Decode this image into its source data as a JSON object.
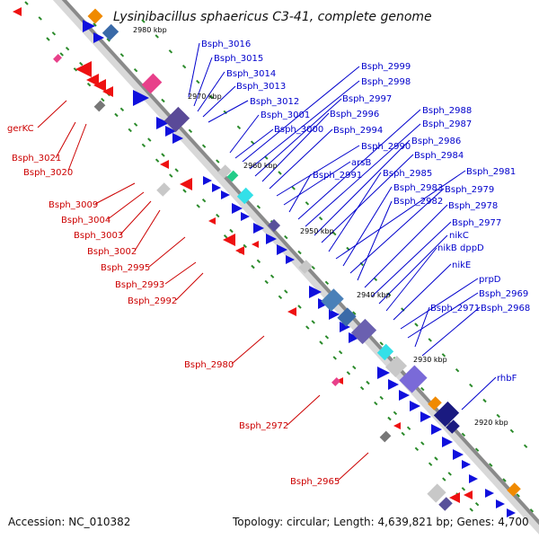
{
  "header": {
    "title": "Lysinibacillus sphaericus C3-41, complete genome"
  },
  "footer": {
    "accession": "Accession: NC_010382",
    "summary": "Topology: circular; Length: 4,639,821 bp; Genes: 4,700"
  },
  "scale_labels": [
    "2980 kbp",
    "2970 kbp",
    "2960 kbp",
    "2950 kbp",
    "2940 kbp",
    "2930 kbp",
    "2920 kbp"
  ],
  "right_labels": [
    "Bsph_3016",
    "Bsph_3015",
    "Bsph_3014",
    "Bsph_3013",
    "Bsph_3012",
    "Bsph_3001",
    "Bsph_3000",
    "Bsph_2999",
    "Bsph_2998",
    "Bsph_2997",
    "Bsph_2996",
    "Bsph_2994",
    "Bsph_2990",
    "arsB",
    "Bsph_2991",
    "Bsph_2988",
    "Bsph_2987",
    "Bsph_2986",
    "Bsph_2984",
    "Bsph_2985",
    "Bsph_2981",
    "Bsph_2983",
    "Bsph_2979",
    "Bsph_2982",
    "Bsph_2978",
    "Bsph_2977",
    "nikC",
    "nikB",
    "dppD",
    "nikE",
    "prpD",
    "Bsph_2969",
    "Bsph_2971",
    "Bsph_2968",
    "rhbF"
  ],
  "left_labels": [
    "gerKC",
    "Bsph_3021",
    "Bsph_3020",
    "Bsph_3009",
    "Bsph_3004",
    "Bsph_3003",
    "Bsph_3002",
    "Bsph_2995",
    "Bsph_2993",
    "Bsph_2992",
    "Bsph_2980",
    "Bsph_2972",
    "Bsph_2965"
  ],
  "colors": {
    "backbone": "#888888",
    "label_blue": "#0000cc",
    "label_red": "#cc0000",
    "gene_forward": "#1010dd",
    "gene_reverse": "#ee1111",
    "tick_green": "#2a8a2a"
  }
}
